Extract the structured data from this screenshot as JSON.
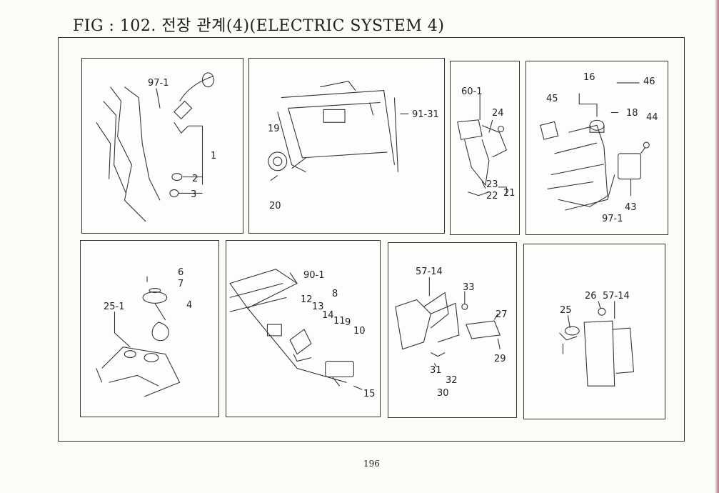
{
  "title": "FIG : 102. 전장 관계(4)(ELECTRIC SYSTEM 4)",
  "page_number": "196",
  "panels": [
    {
      "id": "p1",
      "callouts": [
        "97-1",
        "1",
        "2",
        "3"
      ]
    },
    {
      "id": "p2",
      "callouts": [
        "91-31",
        "19",
        "20"
      ]
    },
    {
      "id": "p3",
      "callouts": [
        "60-1",
        "24",
        "23",
        "22",
        "21"
      ]
    },
    {
      "id": "p4",
      "callouts": [
        "16",
        "46",
        "45",
        "18",
        "44",
        "43",
        "97-1"
      ]
    },
    {
      "id": "p5",
      "callouts": [
        "6",
        "7",
        "25-1",
        "4"
      ]
    },
    {
      "id": "p6",
      "callouts": [
        "90-1",
        "8",
        "12",
        "13",
        "14",
        "11",
        "9",
        "10",
        "15"
      ]
    },
    {
      "id": "p7",
      "callouts": [
        "57-14",
        "33",
        "27",
        "29",
        "31",
        "32",
        "30"
      ]
    },
    {
      "id": "p8",
      "callouts": [
        "26",
        "57-14",
        "25"
      ]
    }
  ]
}
